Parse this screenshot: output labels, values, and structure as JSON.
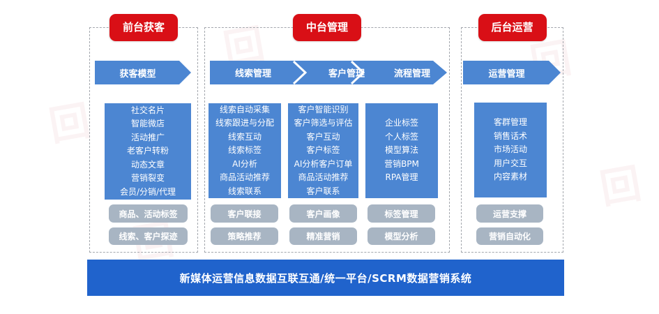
{
  "colors": {
    "red": "#d90f16",
    "blue": "#4c86d2",
    "gray": "#a8b5c3",
    "deepblue": "#2063cc"
  },
  "decor": {
    "watermark_glyph": "回"
  },
  "sections": [
    {
      "header": "前台获客",
      "arrows": [
        "获客模型"
      ],
      "columns": [
        {
          "items": [
            "社交名片",
            "智能微店",
            "活动推广",
            "老客户转粉",
            "动态文章",
            "营销裂变",
            "会员/分销/代理"
          ],
          "tags": [
            "商品、活动标签",
            "线索、客户探迹"
          ]
        }
      ]
    },
    {
      "header": "中台管理",
      "arrows": [
        "线索管理",
        "客户管理",
        "流程管理"
      ],
      "columns": [
        {
          "items": [
            "线索自动采集",
            "线索跟进与分配",
            "线索互动",
            "线索标签",
            "AI分析",
            "商品活动推荐",
            "线索联系"
          ],
          "tags": [
            "客户联接",
            "策略推荐"
          ]
        },
        {
          "items": [
            "客户智能识别",
            "客户筛选与评估",
            "客户互动",
            "客户标签",
            "AI分析客户订单",
            "商品活动推荐",
            "客户联系"
          ],
          "tags": [
            "客户画像",
            "精准营销"
          ]
        },
        {
          "items": [
            "企业标签",
            "个人标签",
            "模型算法",
            "营销BPM",
            "RPA管理"
          ],
          "tags": [
            "标签管理",
            "模型分析"
          ]
        }
      ]
    },
    {
      "header": "后台运营",
      "arrows": [
        "运营管理"
      ],
      "columns": [
        {
          "items": [
            "客群管理",
            "销售话术",
            "市场活动",
            "用户交互",
            "内容素材"
          ],
          "tags": [
            "运营支撑",
            "营销自动化"
          ]
        }
      ]
    }
  ],
  "footer": {
    "label": "新媒体运营信息数据互联互通/统一平台/SCRM数据营销系统"
  }
}
